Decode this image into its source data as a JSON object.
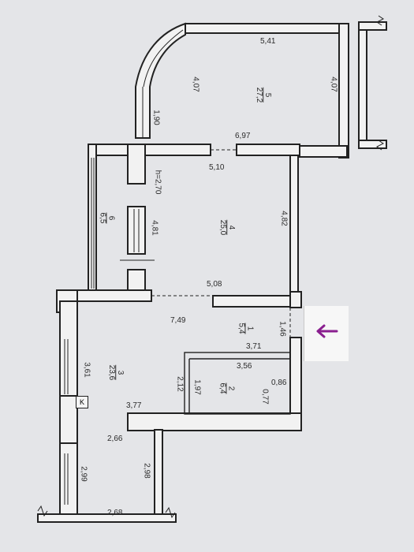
{
  "colors": {
    "paper": "#e4e5e8",
    "wall": "#222222",
    "dim_text": "#2b2b2b",
    "entry_arrow": "#8a1f8f"
  },
  "rooms": [
    {
      "id": "1",
      "area": "5,4"
    },
    {
      "id": "2",
      "area": "6,4"
    },
    {
      "id": "3",
      "area": "23,6"
    },
    {
      "id": "4",
      "area": "25,0"
    },
    {
      "id": "5",
      "area": "27,2"
    },
    {
      "id": "6",
      "area": "6,5"
    }
  ],
  "dimensions": {
    "d541": "5,41",
    "d407a": "4,07",
    "d407b": "4,07",
    "d190": "1,90",
    "d697": "6,97",
    "d510": "5,10",
    "h": "h=2,70",
    "d481": "4,81",
    "d482": "4,82",
    "d508": "5,08",
    "d749": "7,49",
    "d146": "1,46",
    "d371": "3,71",
    "d356": "3,56",
    "d361": "3,61",
    "d212": "2,12",
    "d197": "1,97",
    "d086": "0,86",
    "d077": "0,77",
    "d377": "3,77",
    "d266": "2,66",
    "d299": "2,99",
    "d298": "2,98",
    "d268": "2,68"
  },
  "markers": {
    "k_label": "K",
    "entry_arrow_icon": "arrow-left-icon"
  }
}
